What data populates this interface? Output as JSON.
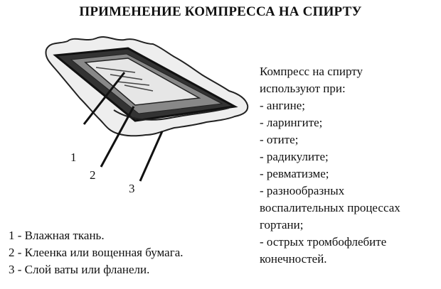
{
  "title": "ПРИМЕНЕНИЕ КОМПРЕССА НА СПИРТУ",
  "illustration": {
    "callouts": [
      "1",
      "2",
      "3"
    ]
  },
  "uses": {
    "intro_line1": "Компресс на спирту",
    "intro_line2": "используют при:",
    "items": [
      "- ангине;",
      "- ларингите;",
      "- отите;",
      "- радикулите;",
      "- ревматизме;",
      "- разнообразных",
      "воспалительных процессах",
      "гортани;",
      "- острых тромбофлебите",
      "конечностей."
    ]
  },
  "legend": [
    "1 - Влажная ткань.",
    "2 - Клеенка или вощенная бумага.",
    "3 - Слой ваты или фланели."
  ]
}
